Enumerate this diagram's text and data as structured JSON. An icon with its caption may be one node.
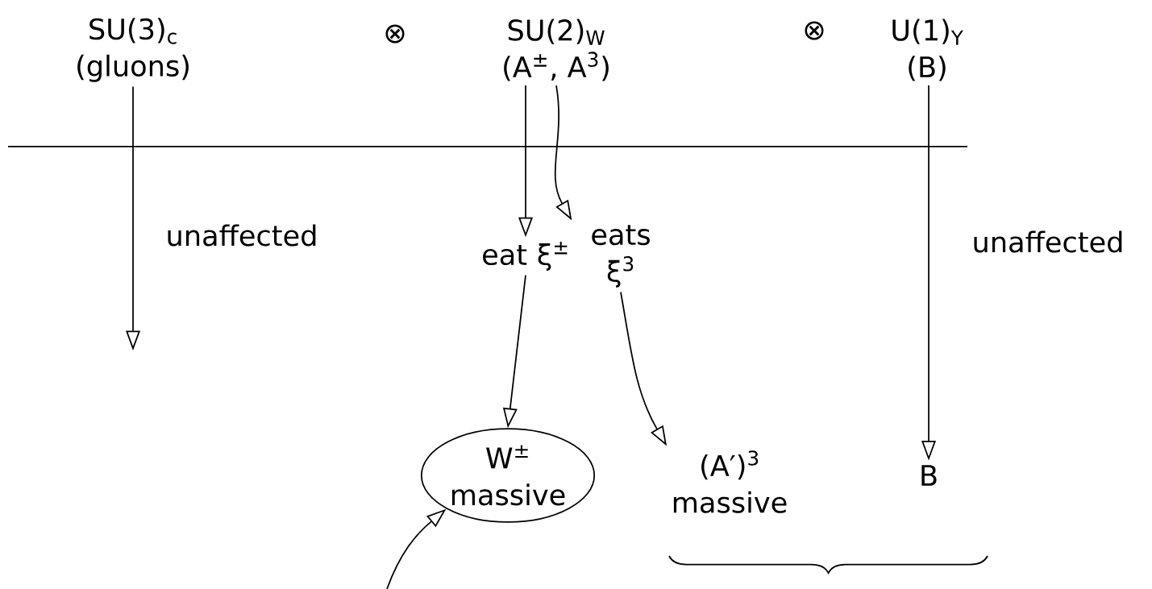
{
  "diagram": {
    "nodes": [
      {
        "text": [
          "SU(3)$_{c}$",
          "(gluons)"
        ]
      },
      {
        "text": [
          "SU(2)$_{W}$",
          "(A$^{±}$, A$^{3}$)"
        ]
      },
      {
        "text": [
          "U(1)$_{Y}$",
          "(B)"
        ]
      },
      {
        "text": [
          "eat ξ$^{±}$"
        ]
      },
      {
        "text": [
          "eats ξ$^{3}$"
        ]
      },
      {
        "text": [
          "W$^{±}$",
          "massive"
        ]
      },
      {
        "text": [
          "(A′)$^{3}$",
          "massive"
        ]
      },
      {
        "text": [
          "B"
        ]
      }
    ],
    "edges": [
      {
        "from": 0,
        "to": null,
        "arrow": "to",
        "label": "unaffected"
      },
      {
        "from": 1,
        "to": 3,
        "arrow": "to"
      },
      {
        "from": 1,
        "to": 4,
        "arrow": "to"
      },
      {
        "from": 2,
        "to": 7,
        "arrow": "to",
        "label": "unaffected"
      },
      {
        "from": 3,
        "to": 5,
        "arrow": "to"
      },
      {
        "from": 4,
        "to": 6,
        "arrow": "to"
      },
      {
        "from": null,
        "to": 5,
        "arrow": "to"
      }
    ],
    "labels": [
      "⊗",
      "⊗"
    ]
  }
}
